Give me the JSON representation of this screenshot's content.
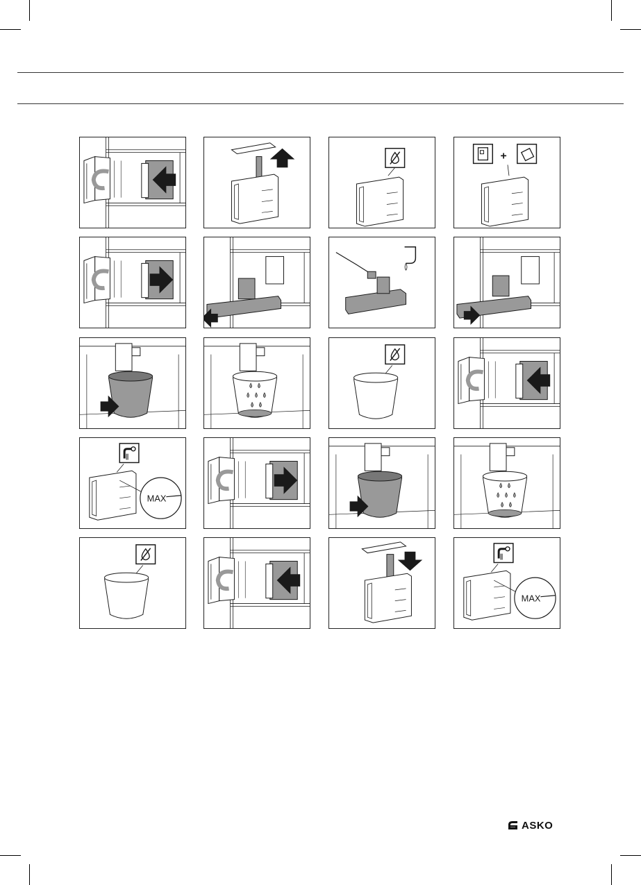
{
  "page": {
    "brand": "ASKO"
  },
  "panels": [
    {
      "id": 1,
      "scene": "door-open-arrow-in"
    },
    {
      "id": 2,
      "scene": "tank-lid-up"
    },
    {
      "id": 3,
      "scene": "tank-empty-sign"
    },
    {
      "id": 4,
      "scene": "tank-descaler-plus-water",
      "plus": "+"
    },
    {
      "id": 5,
      "scene": "door-open-arrow-out"
    },
    {
      "id": 6,
      "scene": "drip-tray-out"
    },
    {
      "id": 7,
      "scene": "brush-clean"
    },
    {
      "id": 8,
      "scene": "drip-tray-in"
    },
    {
      "id": 9,
      "scene": "container-under-spout"
    },
    {
      "id": 10,
      "scene": "container-filling"
    },
    {
      "id": 11,
      "scene": "container-empty-sign"
    },
    {
      "id": 12,
      "scene": "door-open-arrow-in"
    },
    {
      "id": 13,
      "scene": "tank-fill-max",
      "max_label": "MAX"
    },
    {
      "id": 14,
      "scene": "door-open-arrow-out"
    },
    {
      "id": 15,
      "scene": "container-under-spout"
    },
    {
      "id": 16,
      "scene": "container-filling"
    },
    {
      "id": 17,
      "scene": "container-empty-sign"
    },
    {
      "id": 18,
      "scene": "door-open-arrow-in"
    },
    {
      "id": 19,
      "scene": "tank-lid-down"
    },
    {
      "id": 20,
      "scene": "tank-fill-max",
      "max_label": "MAX"
    }
  ]
}
